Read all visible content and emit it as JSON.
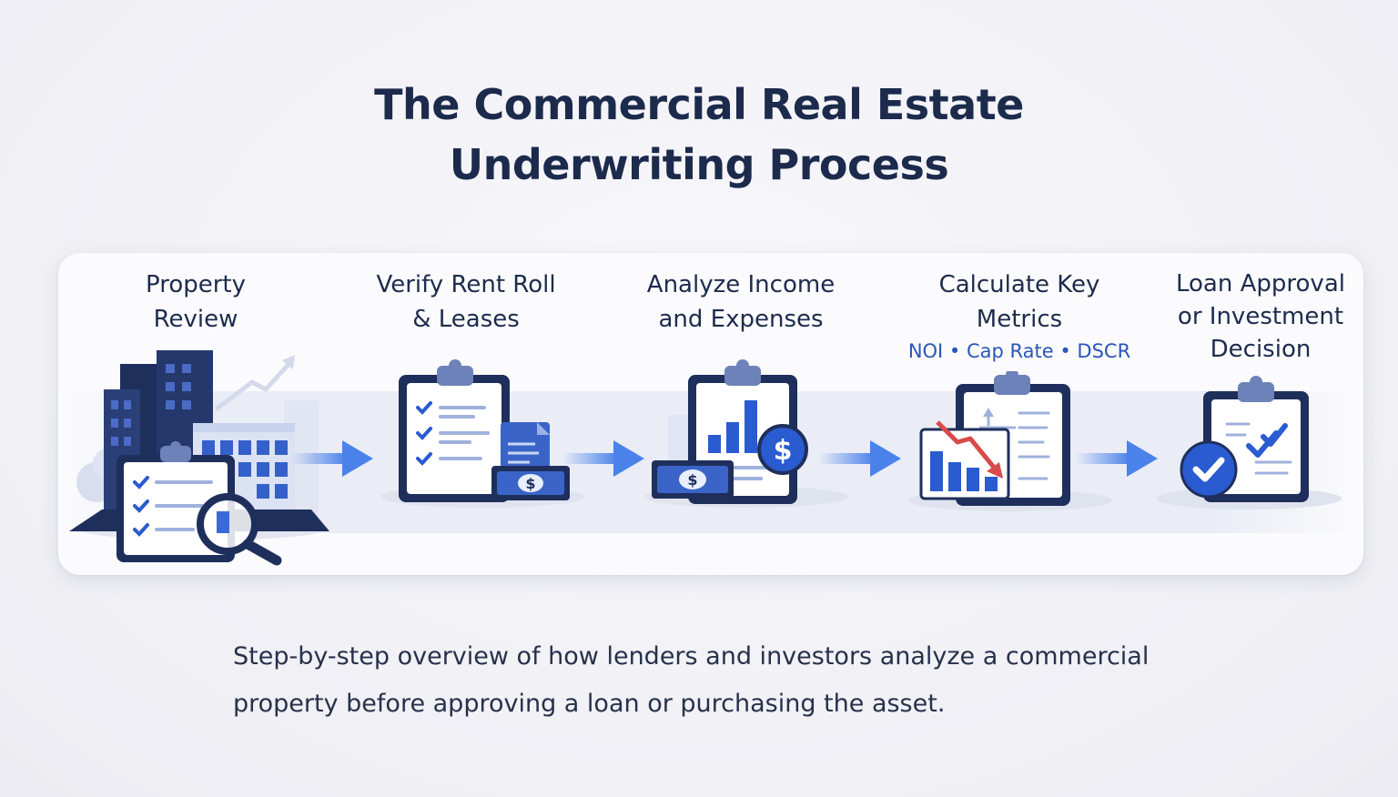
{
  "title": {
    "line1": "The Commercial Real Estate",
    "line2": "Underwriting Process"
  },
  "steps": [
    {
      "line1": "Property",
      "line2": "Review",
      "line3": "",
      "icon": "property-review-icon"
    },
    {
      "line1": "Verify Rent Roll",
      "line2": "& Leases",
      "line3": "",
      "icon": "rent-roll-clipboard-icon"
    },
    {
      "line1": "Analyze Income",
      "line2": "and Expenses",
      "line3": "",
      "icon": "income-expenses-chart-icon"
    },
    {
      "line1": "Calculate Key",
      "line2": "Metrics",
      "line3": "",
      "sub": "NOI • Cap Rate • DSCR",
      "icon": "metrics-chart-icon"
    },
    {
      "line1": "Loan Approval",
      "line2": "or Investment",
      "line3": "Decision",
      "icon": "approval-check-icon"
    }
  ],
  "caption": {
    "line1": "Step-by-step overview of how lenders and investors analyze a commercial",
    "line2": "property before approving a loan or purchasing the asset."
  },
  "colors": {
    "navy": "#1c2a4c",
    "blue": "#2f63d6",
    "arrow": "#4b82ea",
    "red": "#d94a4a"
  }
}
